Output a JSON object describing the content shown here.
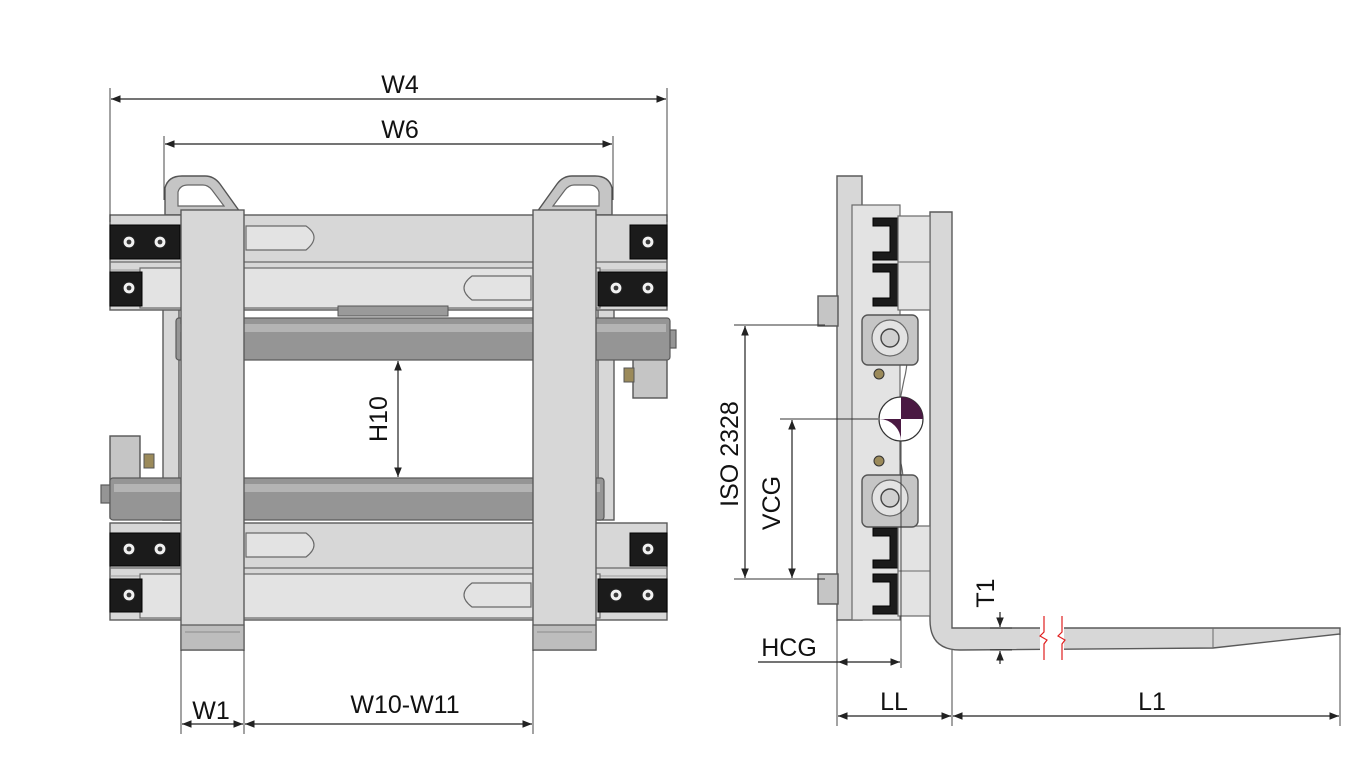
{
  "front_view": {
    "dimensions": {
      "w4": "W4",
      "w6": "W6",
      "h10": "H10",
      "w1": "W1",
      "w10_w11": "W10-W11"
    }
  },
  "side_view": {
    "dimensions": {
      "iso": "ISO 2328",
      "vcg": "VCG",
      "hcg": "HCG",
      "ll": "LL",
      "l1": "L1",
      "t1": "T1"
    },
    "cg_marker": {
      "colors": {
        "dark": "#4a1942",
        "light": "#ffffff"
      }
    }
  },
  "colors": {
    "steel": "#d7d7d7",
    "rod": "#959595",
    "slider": "#1b1b1b",
    "line_break": "#e02020"
  }
}
